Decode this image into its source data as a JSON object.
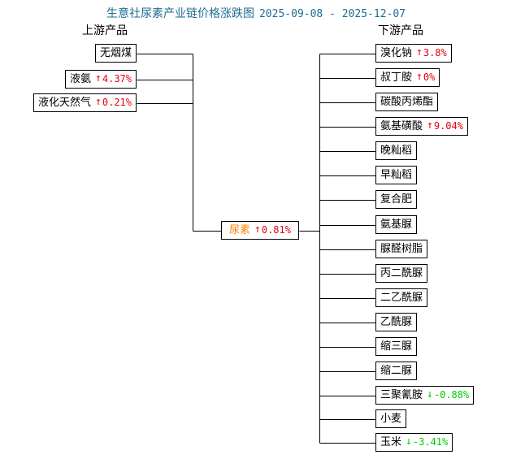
{
  "title": {
    "main": "生意社尿素产业链价格涨跌图",
    "date_range": "2025-09-08 - 2025-12-07",
    "start_date": "2025-09-08",
    "end_date": "2025-12-07",
    "color": "#1b6d94"
  },
  "headers": {
    "upstream": "上游产品",
    "downstream": "下游产品"
  },
  "colors": {
    "up": "#e8000d",
    "down": "#00cc00",
    "center_node": "#ff7f00",
    "line": "#000000",
    "background": "#ffffff"
  },
  "arrows": {
    "up": "↑",
    "down": "↓"
  },
  "center": {
    "name": "尿素",
    "change": "0.81%",
    "direction": "up",
    "arrow": "↑",
    "change_text": "↑ 0.81%"
  },
  "upstream": [
    {
      "name": "无烟煤",
      "change": "",
      "direction": "none",
      "arrow": "",
      "change_text": ""
    },
    {
      "name": "液氨",
      "change": "4.37%",
      "direction": "up",
      "arrow": "↑",
      "change_text": "↑ 4.37%"
    },
    {
      "name": "液化天然气",
      "change": "0.21%",
      "direction": "up",
      "arrow": "↑",
      "change_text": "↑ 0.21%"
    }
  ],
  "downstream": [
    {
      "name": "溴化钠",
      "change": "3.8%",
      "direction": "up",
      "arrow": "↑",
      "change_text": "↑ 3.8%"
    },
    {
      "name": "叔丁胺",
      "change": "0%",
      "direction": "up",
      "arrow": "↑",
      "change_text": "↑ 0%"
    },
    {
      "name": "碳酸丙烯酯",
      "change": "",
      "direction": "none",
      "arrow": "",
      "change_text": ""
    },
    {
      "name": "氨基磺酸",
      "change": "9.04%",
      "direction": "up",
      "arrow": "↑",
      "change_text": "↑ 9.04%"
    },
    {
      "name": "晚籼稻",
      "change": "",
      "direction": "none",
      "arrow": "",
      "change_text": ""
    },
    {
      "name": "早籼稻",
      "change": "",
      "direction": "none",
      "arrow": "",
      "change_text": ""
    },
    {
      "name": "复合肥",
      "change": "",
      "direction": "none",
      "arrow": "",
      "change_text": ""
    },
    {
      "name": "氨基脲",
      "change": "",
      "direction": "none",
      "arrow": "",
      "change_text": ""
    },
    {
      "name": "脲醛树脂",
      "change": "",
      "direction": "none",
      "arrow": "",
      "change_text": ""
    },
    {
      "name": "丙二酰脲",
      "change": "",
      "direction": "none",
      "arrow": "",
      "change_text": ""
    },
    {
      "name": "二乙酰脲",
      "change": "",
      "direction": "none",
      "arrow": "",
      "change_text": ""
    },
    {
      "name": "乙酰脲",
      "change": "",
      "direction": "none",
      "arrow": "",
      "change_text": ""
    },
    {
      "name": "缩三脲",
      "change": "",
      "direction": "none",
      "arrow": "",
      "change_text": ""
    },
    {
      "name": "缩二脲",
      "change": "",
      "direction": "none",
      "arrow": "",
      "change_text": ""
    },
    {
      "name": "三聚氰胺",
      "change": "-0.88%",
      "direction": "down",
      "arrow": "↓",
      "change_text": "↓ -0.88%"
    },
    {
      "name": "小麦",
      "change": "",
      "direction": "none",
      "arrow": "",
      "change_text": ""
    },
    {
      "name": "玉米",
      "change": "-3.41%",
      "direction": "down",
      "arrow": "↓",
      "change_text": "↓ -3.41%"
    }
  ]
}
